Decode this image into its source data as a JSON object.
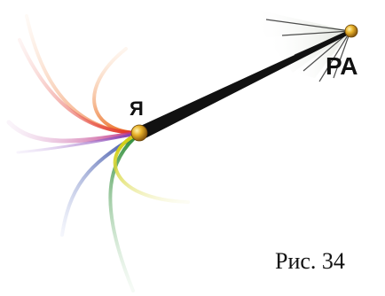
{
  "labels": {
    "self": "Я",
    "target": "РА",
    "caption": "Рис. 34"
  },
  "colors": {
    "beam": "#111111",
    "node": "#d9a01c",
    "node_highlight": "#fff3b0",
    "fan": "#c9cfc2",
    "strands": [
      "#f4a06a",
      "#f0843c",
      "#e8332a",
      "#b0307e",
      "#7a35b0",
      "#2c3d9a",
      "#2f8a3a",
      "#d8d21c"
    ]
  }
}
